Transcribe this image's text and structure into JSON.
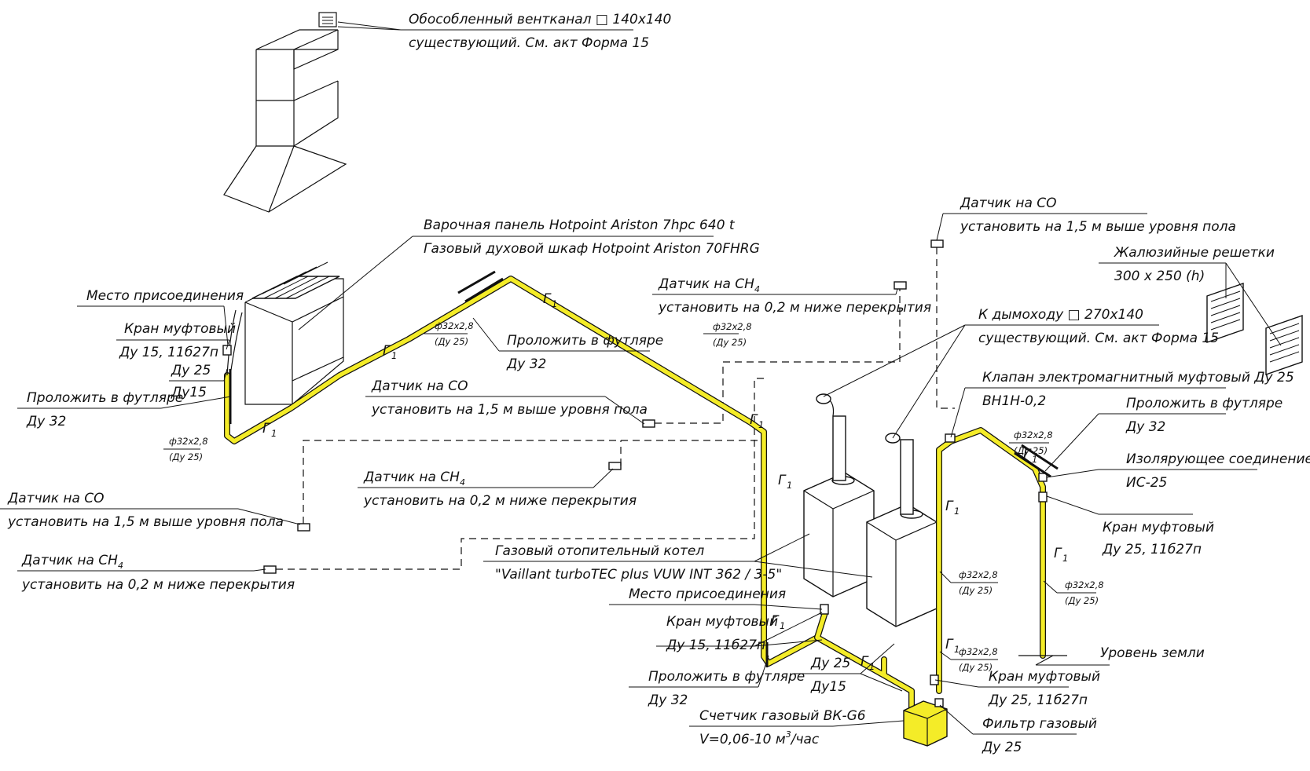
{
  "labels": {
    "vent_channel": {
      "line1": "Обособленный вентканал □ 140х140",
      "line2": "существующий. См. акт Форма 15"
    },
    "stove": {
      "line1": "Варочная панель Hotpoint Ariston 7hpc 640 t",
      "line2": "Газовый духовой шкаф Hotpoint Ariston 70FHRG"
    },
    "conn_place_1": "Место присоединения",
    "valve_1": {
      "line1": "Кран муфтовый",
      "line2": "Ду 15, 11б27п"
    },
    "du25_du15_1": {
      "line1": "Ду 25",
      "line2": "Ду15"
    },
    "sleeve_1": {
      "line1": "Проложить в футляре",
      "line2": "Ду 32"
    },
    "co_sensor_left": {
      "line1": "Датчик на СО",
      "line2": "установить на 1,5 м выше уровня пола"
    },
    "ch4_sensor_left": {
      "line1": "Датчик на СН",
      "sub": "4",
      "line2": "установить на 0,2 м ниже перекрытия"
    },
    "co_sensor_mid": {
      "line1": "Датчик на СО",
      "line2": "установить на 1,5 м выше уровня пола"
    },
    "ch4_sensor_mid": {
      "line1": "Датчик на СН",
      "sub": "4",
      "line2": "установить на 0,2 м ниже перекрытия"
    },
    "sleeve_top": {
      "line1": "Проложить в футляре",
      "line2": "Ду 32"
    },
    "ch4_sensor_top": {
      "line1": "Датчик на СН",
      "sub": "4",
      "line2": "установить на 0,2 м ниже перекрытия"
    },
    "co_sensor_right": {
      "line1": "Датчик на СО",
      "line2": "установить на 1,5 м выше уровня пола"
    },
    "louvres": {
      "line1": "Жалюзийные решетки",
      "line2": "300 х 250 (h)"
    },
    "chimney": {
      "line1": "К дымоходу □ 270х140",
      "line2": "существующий. См. акт Форма 15"
    },
    "solenoid_valve": {
      "line1": "Клапан электромагнитный муфтовый Ду 25",
      "line2": "ВН1Н-0,2"
    },
    "sleeve_right": {
      "line1": "Проложить в футляре",
      "line2": "Ду 32"
    },
    "insulating_joint": {
      "line1": "Изолярующее соединение",
      "line2": "ИС-25"
    },
    "valve_right": {
      "line1": "Кран муфтовый",
      "line2": "Ду 25, 11б27п"
    },
    "ground_level": "Уровень земли",
    "boiler": {
      "line1": "Газовый отопительный котел",
      "line2": "\"Vaillant turboTEC plus VUW INT 362 / 3-5\""
    },
    "conn_place_2": "Место присоединения",
    "valve_2": {
      "line1": "Кран муфтовый",
      "line2": "Ду 15, 11б27п"
    },
    "sleeve_bottom": {
      "line1": "Проложить в футляре",
      "line2": "Ду 32"
    },
    "du25_du15_2": {
      "line1": "Ду 25",
      "line2": "Ду15"
    },
    "meter": {
      "line1": "Счетчик газовый ВК-G6",
      "line2a": "V=0,06-10 м",
      "sup": "3",
      "line2b": "/час"
    },
    "valve_bottom": {
      "line1": "Кран муфтовый",
      "line2": "Ду 25, 11б27п"
    },
    "filter": {
      "line1": "Фильтр газовый",
      "line2": "Ду 25"
    }
  },
  "pipe_spec": {
    "size": "ф32х2,8",
    "du": "(Ду 25)"
  },
  "gas_mark": {
    "letter": "Г",
    "index": "1"
  }
}
